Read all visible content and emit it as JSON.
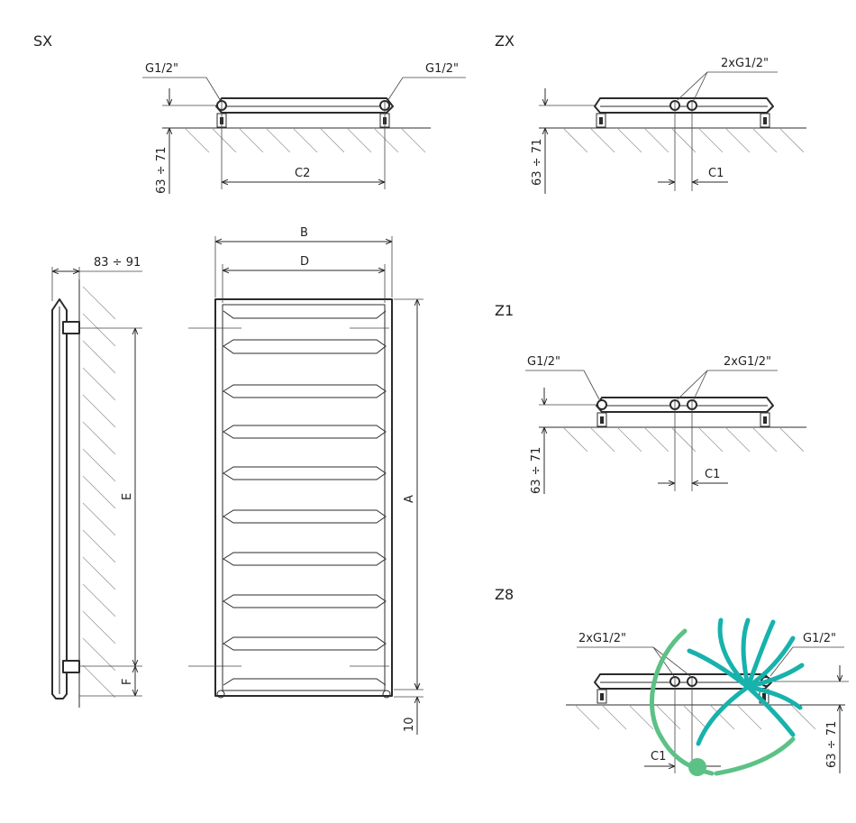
{
  "views": {
    "sx": {
      "title": "SX",
      "conn_left": "G1/2\"",
      "conn_right": "G1/2\"",
      "dim_height": "63 ÷ 71",
      "dim_spacing": "C2"
    },
    "zx": {
      "title": "ZX",
      "conn": "2xG1/2\"",
      "dim_height": "63 ÷ 71",
      "dim_spacing": "C1"
    },
    "z1": {
      "title": "Z1",
      "conn_left": "G1/2\"",
      "conn_right": "2xG1/2\"",
      "dim_height": "63 ÷ 71",
      "dim_spacing": "C1"
    },
    "z8": {
      "title": "Z8",
      "conn_left": "2xG1/2\"",
      "conn_right": "G1/2\"",
      "dim_height": "63 ÷ 71",
      "dim_spacing": "C1"
    },
    "side": {
      "dim_depth": "83 ÷ 91",
      "dim_e": "E",
      "dim_f": "F"
    },
    "front": {
      "dim_b": "B",
      "dim_d": "D",
      "dim_a": "A",
      "dim_bottom": "10"
    }
  },
  "logo_colors": {
    "teal": "#17b2ac",
    "green": "#5cc185"
  }
}
